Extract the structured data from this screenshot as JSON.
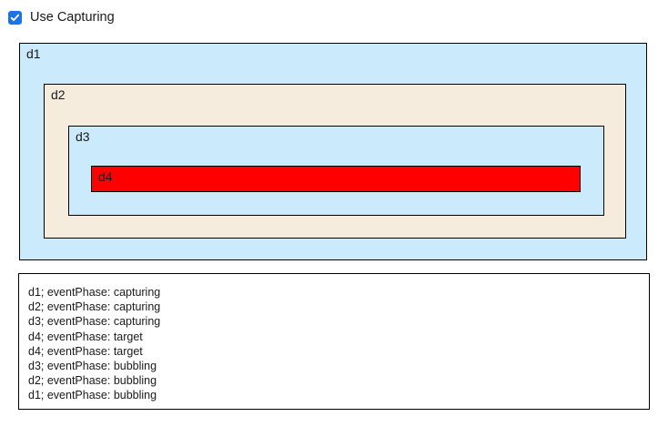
{
  "controls": {
    "capturing_checkbox": {
      "label": "Use Capturing",
      "checked": true,
      "accent_color": "#1a73e8",
      "icon": "check-icon"
    }
  },
  "boxes": {
    "d1": {
      "label": "d1",
      "background": "#cbeafb",
      "border": "#000000"
    },
    "d2": {
      "label": "d2",
      "background": "#f5ecdd",
      "border": "#000000"
    },
    "d3": {
      "label": "d3",
      "background": "#cbeafb",
      "border": "#000000"
    },
    "d4": {
      "label": "d4",
      "background": "#ff0000",
      "border": "#000000"
    }
  },
  "log": {
    "lines": [
      "d1; eventPhase: capturing",
      "d2; eventPhase: capturing",
      "d3; eventPhase: capturing",
      "d4; eventPhase: target",
      "d4; eventPhase: target",
      "d3; eventPhase: bubbling",
      "d2; eventPhase: bubbling",
      "d1; eventPhase: bubbling"
    ]
  }
}
